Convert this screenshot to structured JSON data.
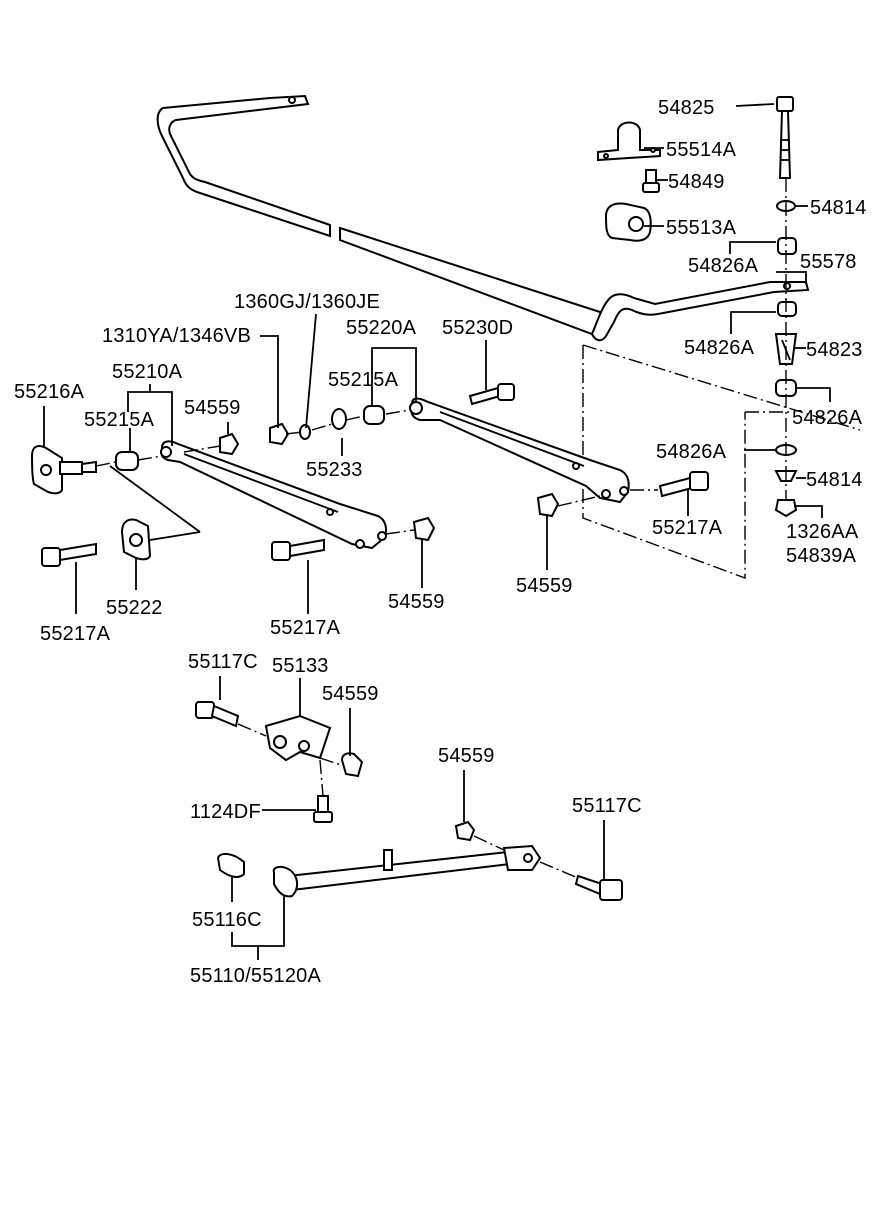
{
  "diagram": {
    "labels": {
      "p54825": "54825",
      "p55514A": "55514A",
      "p54849": "54849",
      "p54814_top": "54814",
      "p55513A": "55513A",
      "p54826A_1": "54826A",
      "p55578": "55578",
      "p1360": "1360GJ/1360JE",
      "p1310": "1310YA/1346VB",
      "p55220A": "55220A",
      "p55230D": "55230D",
      "p55215A_mid": "55215A",
      "p54826A_2": "54826A",
      "p54823": "54823",
      "p55210A": "55210A",
      "p55216A": "55216A",
      "p55215A_left": "55215A",
      "p54559_a": "54559",
      "p54826A_3": "54826A",
      "p55233": "55233",
      "p54826A_4": "54826A",
      "p54814_bot": "54814",
      "p55217A_right": "55217A",
      "p1326AA": "1326AA",
      "p54839A": "54839A",
      "p54559_b": "54559",
      "p55222": "55222",
      "p55217A_left": "55217A",
      "p55217A_mid": "55217A",
      "p54559_c": "54559",
      "p55117C_left": "55117C",
      "p55133": "55133",
      "p54559_d": "54559",
      "p54559_e": "54559",
      "p55117C_right": "55117C",
      "p1124DF": "1124DF",
      "p55116C": "55116C",
      "p55110": "55110/55120A"
    }
  }
}
